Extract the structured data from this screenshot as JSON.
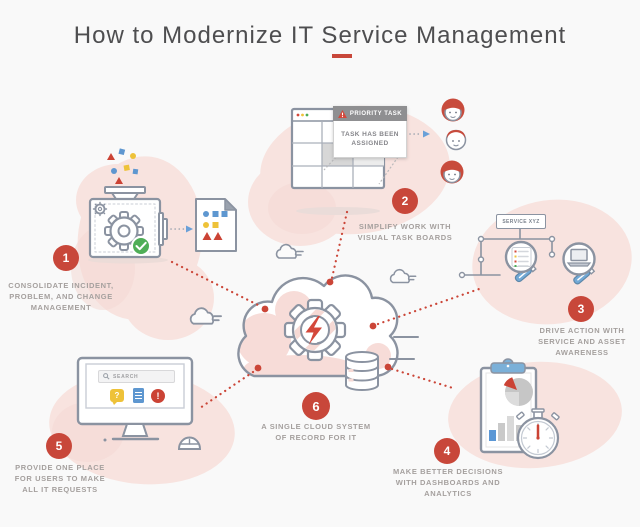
{
  "title": {
    "text": "How to Modernize IT Service Management"
  },
  "colors": {
    "accent": "#c8473a",
    "bright_red": "#d4483b",
    "blue": "#5e97d0",
    "handle_blue": "#72a9d6",
    "yellow": "#eec239",
    "green": "#4fae57",
    "outline_gray": "#8b93a1",
    "pink_blob": "#f8e3df",
    "label_gray": "#a5a09e",
    "title_gray": "#4e4e50",
    "background": "#f9f9f9"
  },
  "steps": [
    {
      "number": "1",
      "label": "CONSOLIDATE INCIDENT,\nPROBLEM, AND CHANGE\nMANAGEMENT"
    },
    {
      "number": "2",
      "label": "SIMPLIFY WORK WITH\nVISUAL TASK BOARDS"
    },
    {
      "number": "3",
      "label": "DRIVE ACTION WITH\nSERVICE AND ASSET\nAWARENESS"
    },
    {
      "number": "4",
      "label": "MAKE BETTER DECISIONS\nWITH DASHBOARDS AND\nANALYTICS"
    },
    {
      "number": "5",
      "label": "PROVIDE ONE PLACE\nFOR USERS TO MAKE\nALL IT REQUESTS"
    },
    {
      "number": "6",
      "label": "A SINGLE CLOUD SYSTEM\nOF RECORD FOR IT"
    }
  ],
  "task_board": {
    "popup_title": "PRIORITY TASK",
    "popup_body": "TASK HAS BEEN\nASSIGNED"
  },
  "service_map": {
    "box_label": "SERVICE XYZ"
  },
  "portal": {
    "search_label": "SEARCH"
  }
}
